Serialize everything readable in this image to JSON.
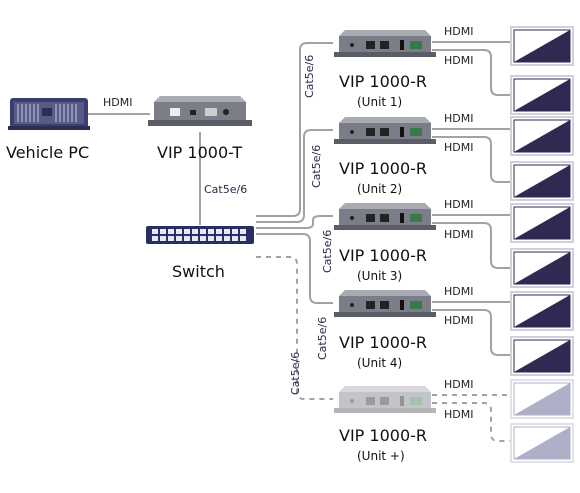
{
  "devices": {
    "vehicle_pc": "Vehicle PC",
    "transmitter": "VIP 1000-T",
    "switch": "Switch"
  },
  "links": {
    "hdmi": "HDMI",
    "cat": "Cat5e/6"
  },
  "receivers": [
    {
      "name": "VIP 1000-R",
      "unit": "(Unit 1)",
      "faded": false
    },
    {
      "name": "VIP 1000-R",
      "unit": "(Unit 2)",
      "faded": false
    },
    {
      "name": "VIP 1000-R",
      "unit": "(Unit 3)",
      "faded": false
    },
    {
      "name": "VIP 1000-R",
      "unit": "(Unit 4)",
      "faded": false
    },
    {
      "name": "VIP 1000-R",
      "unit": "(Unit +)",
      "faded": true
    }
  ],
  "colors": {
    "monitor_dark": "#2e2a52",
    "monitor_faded": "#aeb0c8",
    "line": "#9a9a9a",
    "device": "#7d7f8a",
    "switch": "#2b2e63"
  }
}
